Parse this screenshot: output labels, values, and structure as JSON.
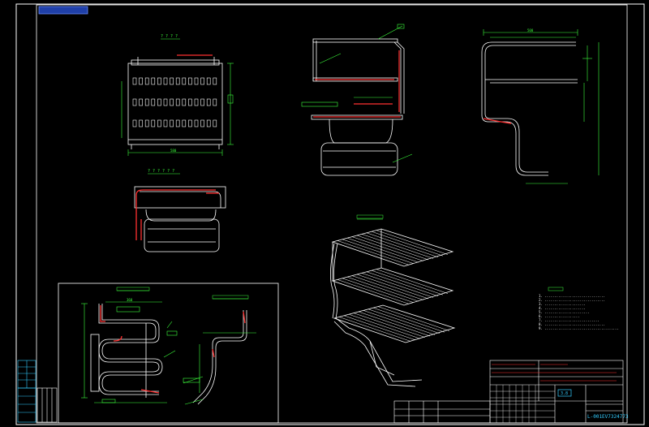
{
  "drawing": {
    "background": "#000000",
    "colors": {
      "frame": "#ffffff",
      "part": "#ffffff",
      "dimension": "#3cff3c",
      "highlight": "#ff3030",
      "title_block": "#33ccff",
      "label_box": "#3c78ff"
    },
    "title_block": {
      "drawing_number": "L-001EV7324773",
      "sheet_code": "3.8"
    },
    "notes": {
      "lines": [
        "1. ...............................",
        "2. ...............................",
        "3. .....................",
        "4. .....................",
        "5. .......................",
        "6. ..................",
        "7. ............................",
        "8. ...............................",
        "9. ......................................"
      ]
    },
    "dimensions": {
      "front_width": "580",
      "side_top": "500",
      "bottom_width": "360"
    }
  }
}
